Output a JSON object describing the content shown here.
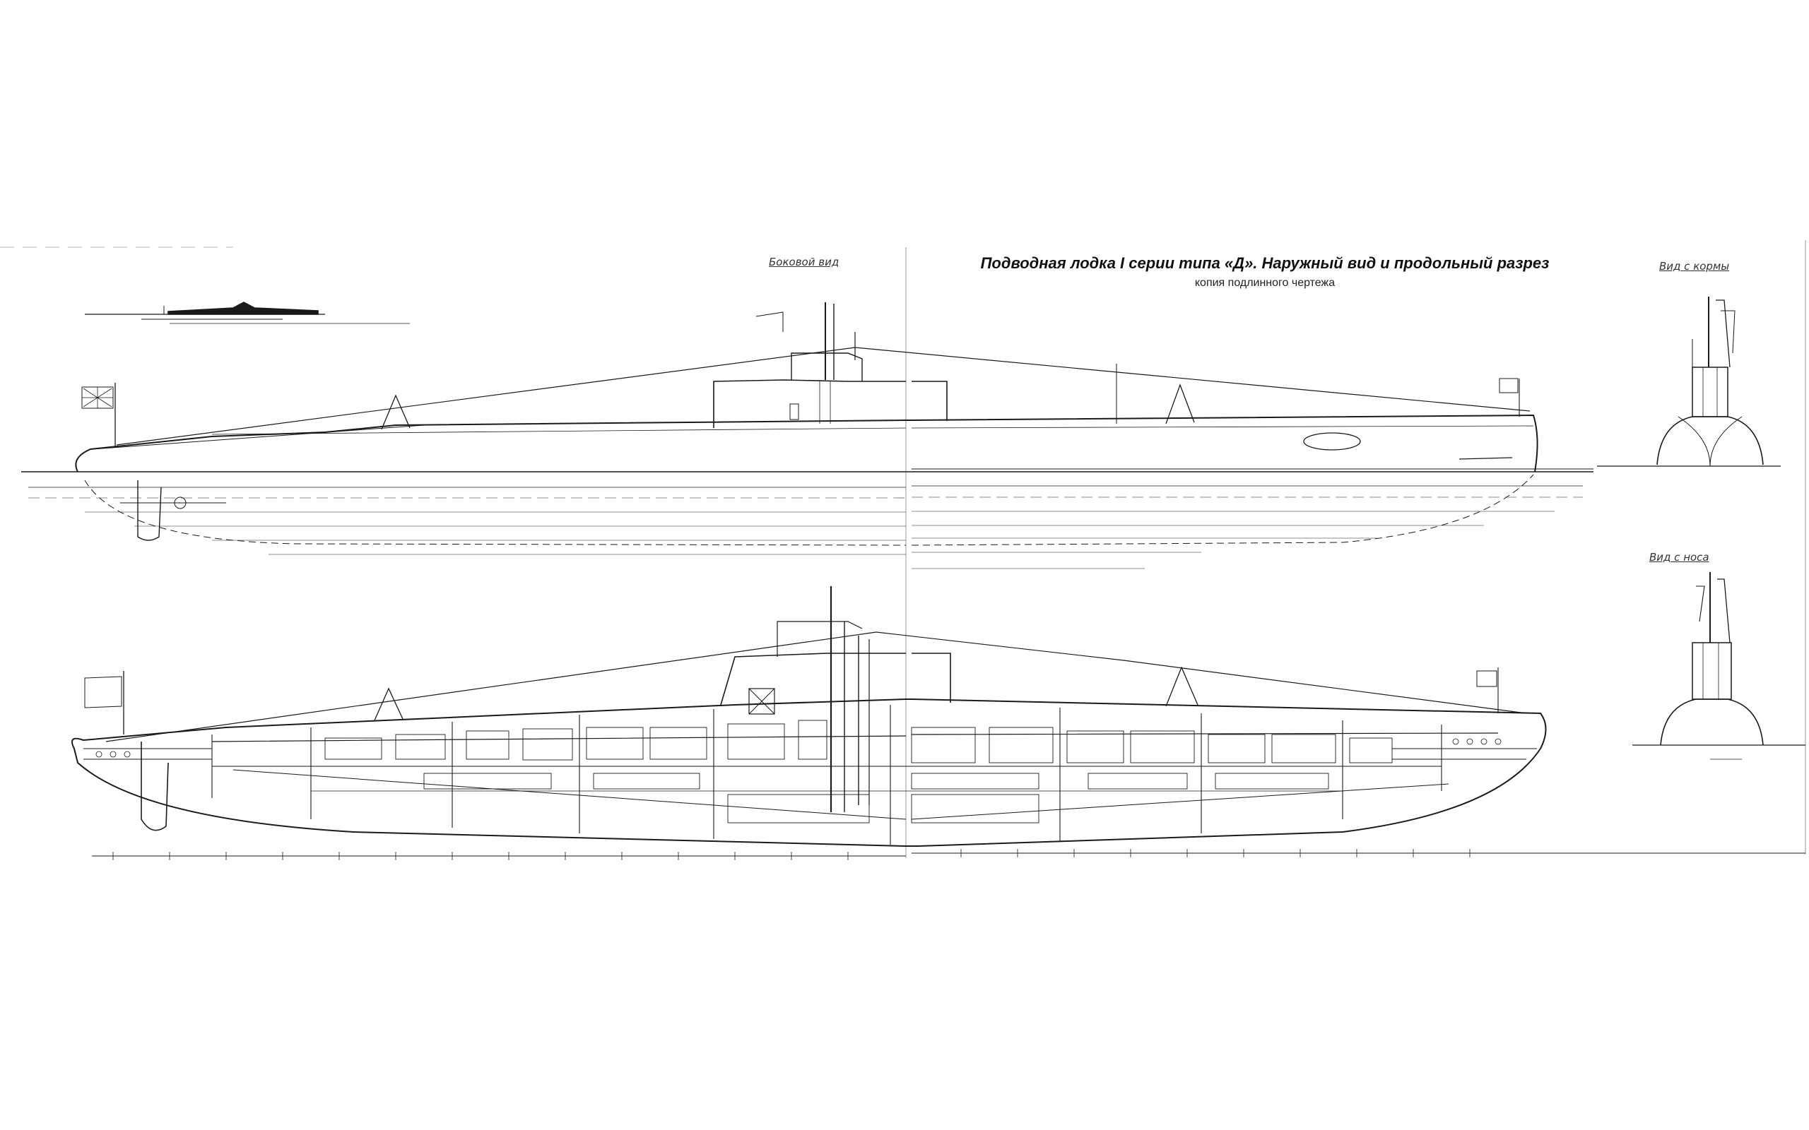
{
  "title": "Подводная лодка I серии типа «Д». Наружный вид и продольный разрез",
  "subtitle": "копия подлинного чертежа",
  "labels": {
    "side_view": "Боковой вид",
    "stern_view": "Вид с кормы",
    "bow_view": "Вид с носа"
  },
  "colors": {
    "ink": "#1a1a1a",
    "paper": "#ffffff"
  }
}
